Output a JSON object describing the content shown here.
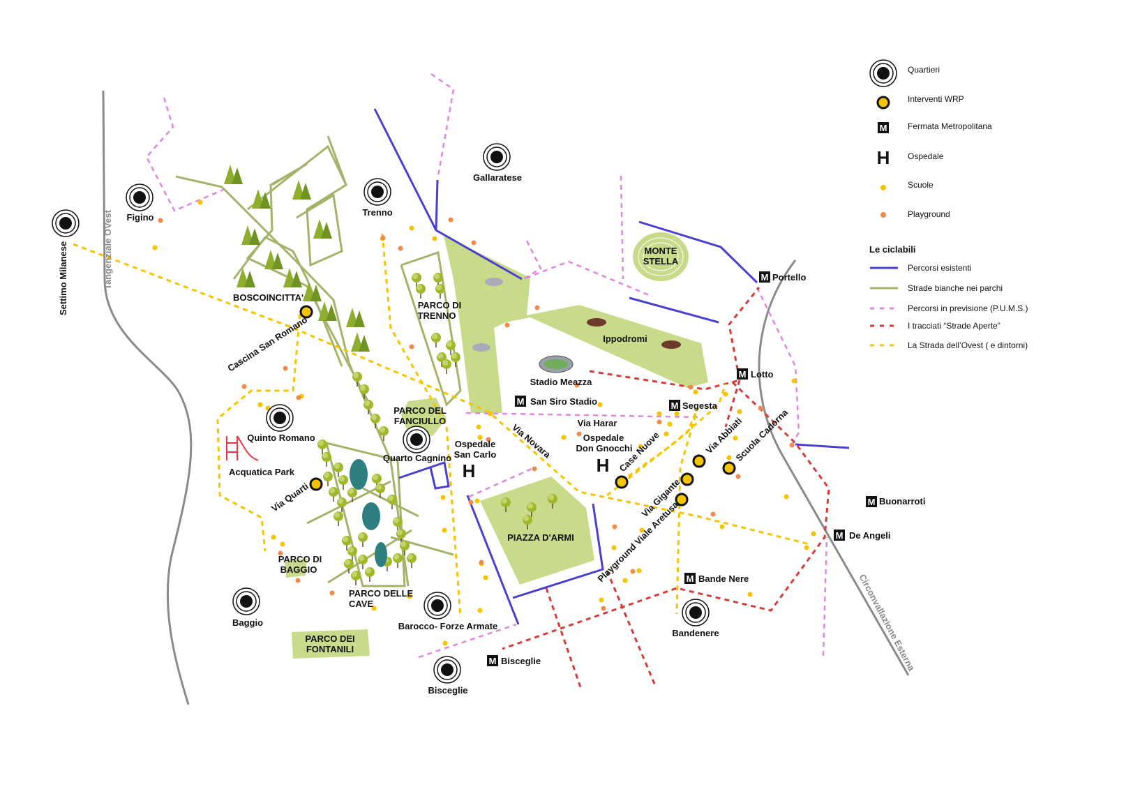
{
  "legend": {
    "items": [
      {
        "icon": "quartiere-icon",
        "label": "Quartieri"
      },
      {
        "icon": "wrp-icon",
        "label": "Interventi  WRP"
      },
      {
        "icon": "metro-icon",
        "label": "Fermata  Metropolitana"
      },
      {
        "icon": "hospital-icon",
        "label": "Ospedale"
      },
      {
        "icon": "school-dot-icon",
        "label": "Scuole"
      },
      {
        "icon": "playground-dot-icon",
        "label": "Playground"
      }
    ],
    "cycle_title": "Le ciclabili",
    "cycle_items": [
      {
        "label": "Percorsi  esistenti",
        "color": "#4a3fcf",
        "style": "solid"
      },
      {
        "label": "Strade  bianche  nei  parchi",
        "color": "#a4b36a",
        "style": "solid"
      },
      {
        "label": "Percorsi  in  previsione  (P.U.M.S.)",
        "color": "#dd88dd",
        "style": "dashed"
      },
      {
        "label": "I  tracciati  “Strade  Aperte”",
        "color": "#d63b3b",
        "style": "dashed"
      },
      {
        "label": "La  Strada  dell’Ovest  (  e  dintorni)",
        "color": "#f5c400",
        "style": "dashed"
      }
    ],
    "metro_glyph": "M",
    "hospital_glyph": "H"
  },
  "quartieri": {
    "settimo": "Settimo Milanese",
    "figino": "Figino",
    "trenno": "Trenno",
    "gallaratese": "Gallaratese",
    "quinto": "Quinto Romano",
    "quarto": "Quarto Cagnino",
    "baggio": "Baggio",
    "barocco": "Barocco- Forze Armate",
    "bisceglie": "Bisceglie",
    "bandenere": "Bandenere"
  },
  "metro": {
    "portello": "Portello",
    "lotto": "Lotto",
    "sansiro": "San Siro Stadio",
    "segesta": "Segesta",
    "buonarroti": "Buonarroti",
    "deangeli": "De Angeli",
    "bandenere": "Bande Nere",
    "bisceglie": "Bisceglie"
  },
  "parks": {
    "bosco": "BOSCOINCITTA'",
    "trenno1": "PARCO DI",
    "trenno2": "TRENNO",
    "fanciullo1": "PARCO DEL",
    "fanciullo2": "FANCIULLO",
    "baggio1": "PARCO DI",
    "baggio2": "BAGGIO",
    "cave1": "PARCO DELLE",
    "cave2": "CAVE",
    "fontanili1": "PARCO DEI",
    "fontanili2": "FONTANILI",
    "piazza": "PIAZZA D'ARMI",
    "stella1": "MONTE",
    "stella2": "STELLA",
    "ippodromi": "Ippodromi",
    "stadio": "Stadio Meazza",
    "acquatica": "Acquatica Park"
  },
  "places": {
    "cascina": "Cascina San Romano",
    "viaquarti": "Via Quarti",
    "casenuove": "Case Nuove",
    "abbiati": "Via Abbiati",
    "cadorna": "Scuola Cadorna",
    "gigante": "Via Gigante",
    "aretusa": "Playground Viale Aretusa",
    "novara": "Via Novara",
    "harar": "Via Harar",
    "gnocchi1": "Ospedale",
    "gnocchi2": "Don Gnocchi",
    "sancarlo1": "Ospedale",
    "sancarlo2": "San Carlo"
  },
  "roads": {
    "tangenziale": "Tangenziale OVest",
    "circonvallazione": "Circonvallazione Esterna"
  },
  "colors": {
    "blue": "#4a3fcf",
    "green_road": "#a4b36a",
    "park": "#c8db8a",
    "pink": "#dd88dd",
    "red": "#d63b3b",
    "yellow": "#f5c400",
    "orange": "#ef8c4c",
    "grey": "#8a8a8a"
  }
}
